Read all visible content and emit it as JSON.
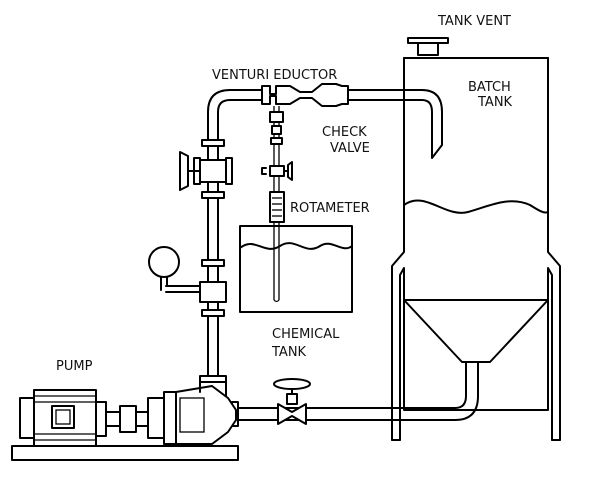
{
  "labels": {
    "tank_vent": "TANK VENT",
    "venturi_eductor": "VENTURI EDUCTOR",
    "batch_tank_line1": "BATCH",
    "batch_tank_line2": "TANK",
    "check_valve_line1": "CHECK",
    "check_valve_line2": "VALVE",
    "rotameter": "ROTAMETER",
    "chemical_tank_line1": "CHEMICAL",
    "chemical_tank_line2": "TANK",
    "pump": "PUMP"
  }
}
